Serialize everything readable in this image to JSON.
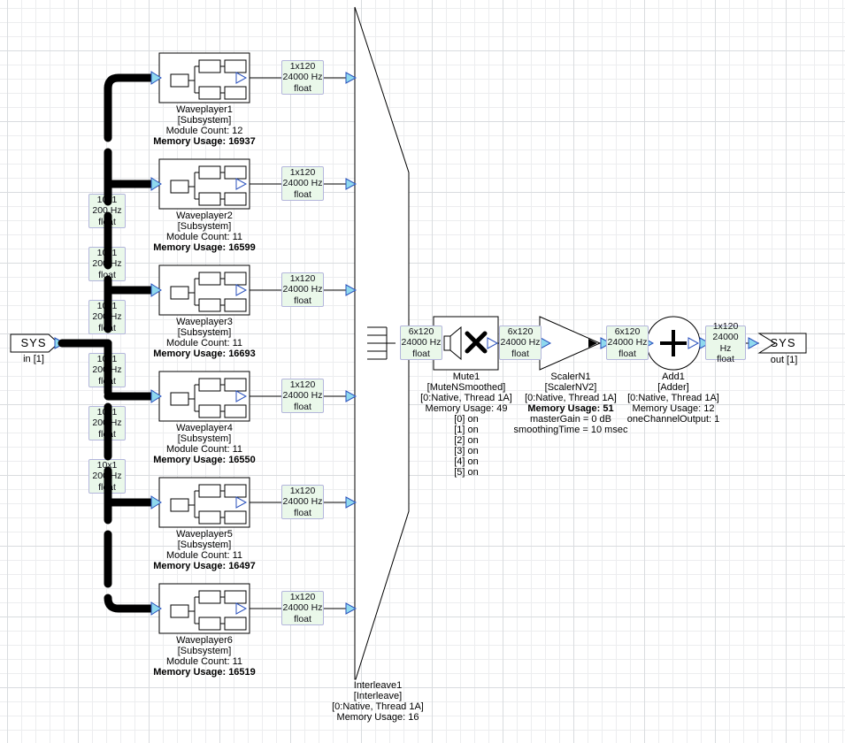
{
  "diagram": {
    "kind": "audio signal flow layout",
    "colors": {
      "wire_label_bg": "#eaf8ea",
      "wire_label_border": "#b4b6dc",
      "port_fill": "#8fd9ee",
      "port_stroke": "#2b52bd",
      "wire": "#000000",
      "block_fill": "#ffffff"
    }
  },
  "io": {
    "input": {
      "name": "SYS",
      "pin": "in [1]"
    },
    "output": {
      "name": "SYS",
      "pin": "out [1]"
    }
  },
  "signals": {
    "bus": {
      "rows": [
        "10x1",
        "200 Hz",
        "float"
      ]
    },
    "mono": {
      "rows": [
        "1x120",
        "24000 Hz",
        "float"
      ]
    },
    "multi": {
      "rows": [
        "6x120",
        "24000 Hz",
        "float"
      ]
    }
  },
  "waveplayers": [
    {
      "name": "Waveplayer1",
      "type": "[Subsystem]",
      "module_count": "Module Count: 12",
      "memory": "Memory Usage: 16937"
    },
    {
      "name": "Waveplayer2",
      "type": "[Subsystem]",
      "module_count": "Module Count: 11",
      "memory": "Memory Usage: 16599"
    },
    {
      "name": "Waveplayer3",
      "type": "[Subsystem]",
      "module_count": "Module Count: 11",
      "memory": "Memory Usage: 16693"
    },
    {
      "name": "Waveplayer4",
      "type": "[Subsystem]",
      "module_count": "Module Count: 11",
      "memory": "Memory Usage: 16550"
    },
    {
      "name": "Waveplayer5",
      "type": "[Subsystem]",
      "module_count": "Module Count: 11",
      "memory": "Memory Usage: 16497"
    },
    {
      "name": "Waveplayer6",
      "type": "[Subsystem]",
      "module_count": "Module Count: 11",
      "memory": "Memory Usage: 16519"
    }
  ],
  "interleave": {
    "name": "Interleave1",
    "type": "[Interleave]",
    "thread": "[0:Native, Thread 1A]",
    "memory": "Memory Usage: 16"
  },
  "mute": {
    "name": "Mute1",
    "type": "[MuteNSmoothed]",
    "thread": "[0:Native, Thread 1A]",
    "memory": "Memory Usage: 49",
    "channels": [
      "[0] on",
      "[1] on",
      "[2] on",
      "[3] on",
      "[4] on",
      "[5] on"
    ]
  },
  "scaler": {
    "name": "ScalerN1",
    "type": "[ScalerNV2]",
    "thread": "[0:Native, Thread 1A]",
    "memory": "Memory Usage: 51",
    "param1": "masterGain = 0 dB",
    "param2": "smoothingTime = 10 msec"
  },
  "adder": {
    "name": "Add1",
    "type": "[Adder]",
    "thread": "[0:Native, Thread 1A]",
    "memory": "Memory Usage: 12",
    "param1": "oneChannelOutput: 1"
  }
}
